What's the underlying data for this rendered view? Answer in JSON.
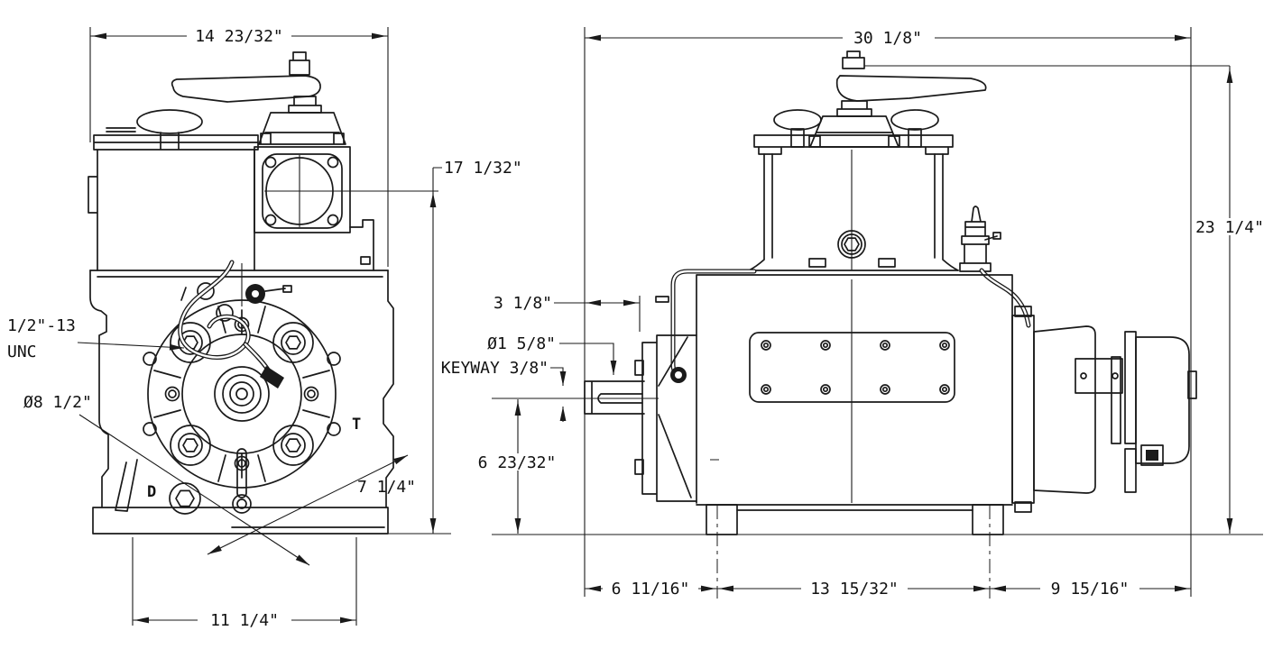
{
  "drawing_type": "pump-dimensional-outline-drawing",
  "colors": {
    "line": "#1a1a1a",
    "background": "#ffffff",
    "text": "#111111"
  },
  "front_view": {
    "dim_overall_width": "14 23/32\"",
    "dim_port_centerline_height": "17 1/32\"",
    "label_tap_line1": "1/2\"-13",
    "label_tap_line2": "UNC",
    "dim_bolt_circle_diameter": "Ø8 1/2\"",
    "dim_head_diagonal": "7 1/4\"",
    "dim_foot_spacing": "11 1/4\"",
    "marker_discharge": "D",
    "marker_top": "T"
  },
  "side_view": {
    "dim_overall_length": "30 1/8\"",
    "dim_overall_height": "23 1/4\"",
    "dim_shaft_extension": "3 1/8\"",
    "dim_shaft_diameter": "Ø1 5/8\"",
    "label_keyway": "KEYWAY 3/8\"",
    "dim_shaft_center_height": "6 23/32\"",
    "dim_base_left": "6 11/16\"",
    "dim_base_middle": "13 15/32\"",
    "dim_base_right": "9 15/16\""
  }
}
